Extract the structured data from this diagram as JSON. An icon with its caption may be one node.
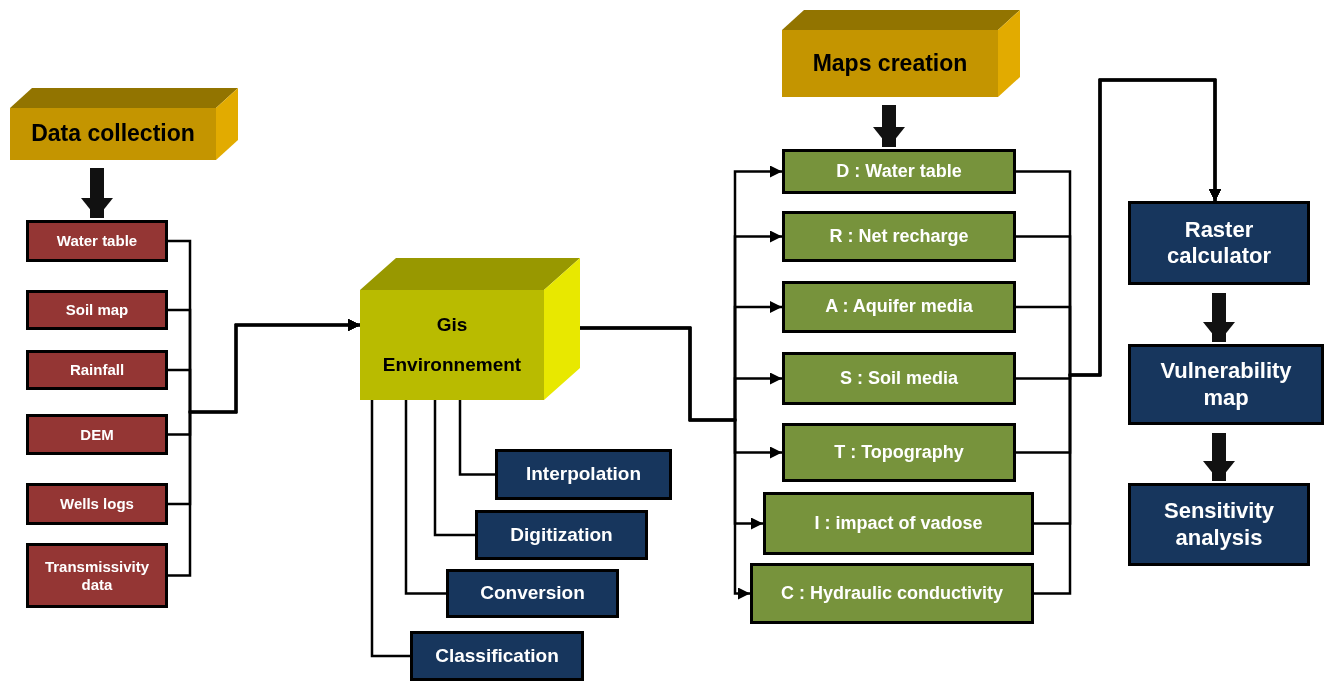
{
  "diagram": {
    "nodes": [
      {
        "text": [
          "Data collection"
        ]
      },
      {
        "text": [
          "Water table"
        ]
      },
      {
        "text": [
          "Soil map"
        ]
      },
      {
        "text": [
          "Rainfall"
        ]
      },
      {
        "text": [
          "DEM"
        ]
      },
      {
        "text": [
          "Wells logs"
        ]
      },
      {
        "text": [
          "Transmissivity data"
        ]
      },
      {
        "text": [
          "Gis Environnement"
        ]
      },
      {
        "text": [
          "Interpolation"
        ]
      },
      {
        "text": [
          "Digitization"
        ]
      },
      {
        "text": [
          "Conversion"
        ]
      },
      {
        "text": [
          "Classification"
        ]
      },
      {
        "text": [
          "Maps creation"
        ]
      },
      {
        "text": [
          "D : Water table"
        ]
      },
      {
        "text": [
          "R : Net recharge"
        ]
      },
      {
        "text": [
          "A : Aquifer media"
        ]
      },
      {
        "text": [
          "S : Soil media"
        ]
      },
      {
        "text": [
          "T : Topography"
        ]
      },
      {
        "text": [
          "I : impact  of vadose"
        ]
      },
      {
        "text": [
          "C : Hydraulic conductivity"
        ]
      },
      {
        "text": [
          "Raster calculator"
        ]
      },
      {
        "text": [
          "Vulnerability map"
        ]
      },
      {
        "text": [
          "Sensitivity analysis"
        ]
      }
    ],
    "edges": [
      {
        "from": 0,
        "to": 1,
        "arrow": "to",
        "style": "thick"
      },
      {
        "from": 1,
        "to": 7,
        "arrow": "to"
      },
      {
        "from": 2,
        "to": 7,
        "arrow": "to"
      },
      {
        "from": 3,
        "to": 7,
        "arrow": "to"
      },
      {
        "from": 4,
        "to": 7,
        "arrow": "to"
      },
      {
        "from": 5,
        "to": 7,
        "arrow": "to"
      },
      {
        "from": 6,
        "to": 7,
        "arrow": "to"
      },
      {
        "from": 7,
        "to": 8,
        "arrow": "none"
      },
      {
        "from": 7,
        "to": 9,
        "arrow": "none"
      },
      {
        "from": 7,
        "to": 10,
        "arrow": "none"
      },
      {
        "from": 7,
        "to": 11,
        "arrow": "none"
      },
      {
        "from": 7,
        "to": 13,
        "arrow": "to"
      },
      {
        "from": 7,
        "to": 14,
        "arrow": "to"
      },
      {
        "from": 7,
        "to": 15,
        "arrow": "to"
      },
      {
        "from": 7,
        "to": 16,
        "arrow": "to"
      },
      {
        "from": 7,
        "to": 17,
        "arrow": "to"
      },
      {
        "from": 7,
        "to": 18,
        "arrow": "to"
      },
      {
        "from": 7,
        "to": 19,
        "arrow": "to"
      },
      {
        "from": 13,
        "to": 20,
        "arrow": "to"
      },
      {
        "from": 14,
        "to": 20,
        "arrow": "to"
      },
      {
        "from": 15,
        "to": 20,
        "arrow": "to"
      },
      {
        "from": 16,
        "to": 20,
        "arrow": "to"
      },
      {
        "from": 17,
        "to": 20,
        "arrow": "to"
      },
      {
        "from": 18,
        "to": 20,
        "arrow": "to"
      },
      {
        "from": 19,
        "to": 20,
        "arrow": "to"
      },
      {
        "from": 12,
        "to": 13,
        "arrow": "to",
        "style": "thick"
      },
      {
        "from": 20,
        "to": 21,
        "arrow": "to",
        "style": "thick"
      },
      {
        "from": 21,
        "to": 22,
        "arrow": "to",
        "style": "thick"
      }
    ]
  }
}
